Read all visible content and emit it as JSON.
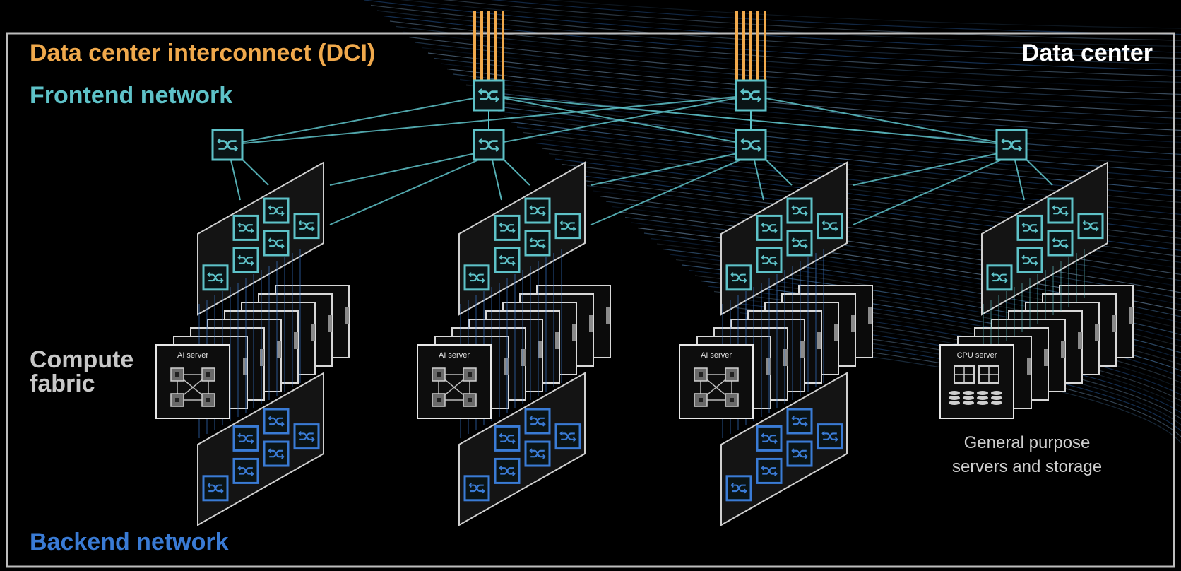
{
  "labels": {
    "dci": "Data center interconnect (DCI)",
    "frontend": "Frontend network",
    "data_center": "Data center",
    "compute_line1": "Compute",
    "compute_line2": "fabric",
    "backend": "Backend network",
    "general_line1": "General purpose",
    "general_line2": "servers and storage",
    "ai_server": "AI server",
    "cpu_server": "CPU server"
  },
  "colors": {
    "dci": "#f0a94c",
    "frontend": "#5ec2c8",
    "backend": "#3a7bd5",
    "frame": "#bdbdbd",
    "text_light": "#ffffff",
    "text_gray": "#c8c8c8"
  },
  "icons": {
    "switch": "switch-icon"
  },
  "clusters": [
    {
      "id": "cluster-1",
      "server_type": "ai",
      "has_backend": true
    },
    {
      "id": "cluster-2",
      "server_type": "ai",
      "has_backend": true
    },
    {
      "id": "cluster-3",
      "server_type": "ai",
      "has_backend": true
    },
    {
      "id": "cluster-4",
      "server_type": "cpu",
      "has_backend": false
    }
  ]
}
